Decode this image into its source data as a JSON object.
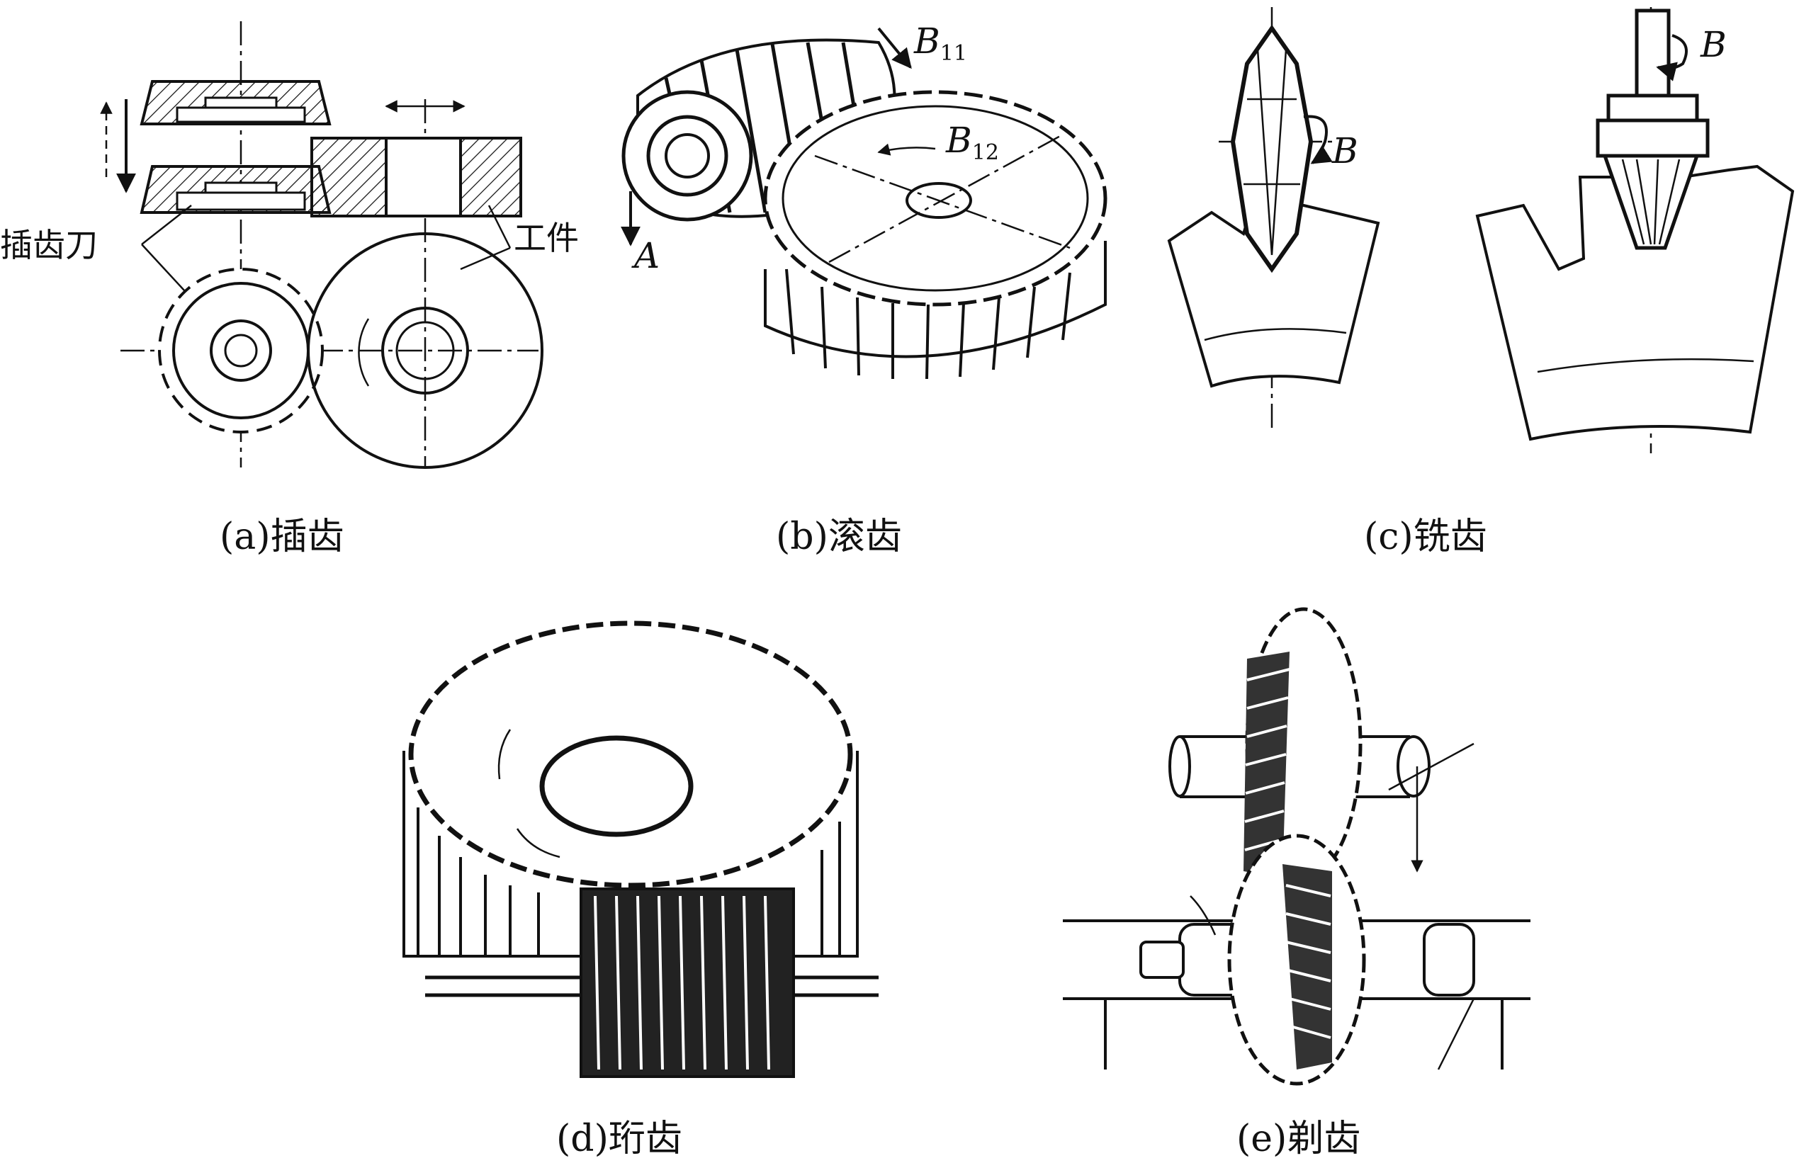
{
  "figures": {
    "a": {
      "caption": "(a)插齿",
      "tool_label": "插齿刀",
      "work_label": "工件"
    },
    "b": {
      "caption": "(b)滚齿",
      "motion_A": "A",
      "motion_B11_letter": "B",
      "motion_B11_sub": "11",
      "motion_B12_letter": "B",
      "motion_B12_sub": "12"
    },
    "c": {
      "caption": "(c)铣齿",
      "motion_B_left": "B",
      "motion_B_right": "B"
    },
    "d": {
      "caption": "(d)珩齿"
    },
    "e": {
      "caption": "(e)剃齿"
    }
  }
}
